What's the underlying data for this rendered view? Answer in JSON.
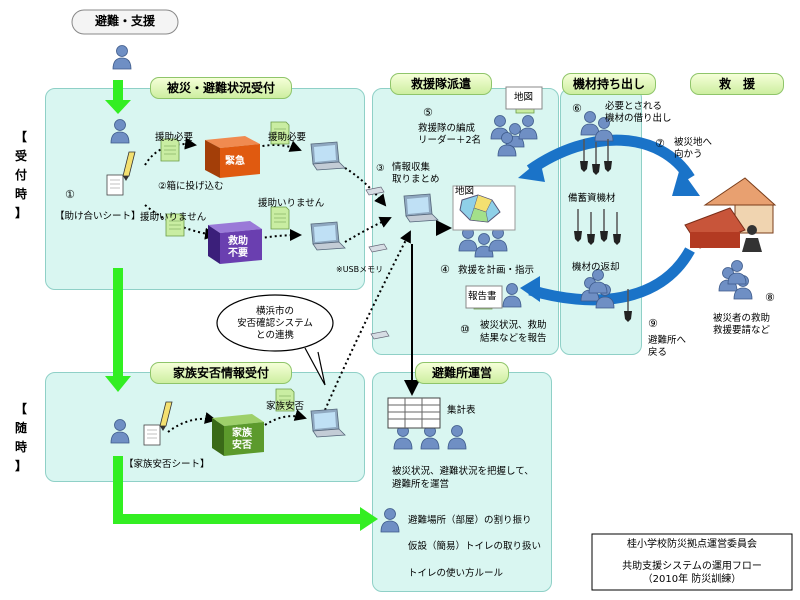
{
  "header": {
    "start_label": "避難・支援"
  },
  "side": {
    "reception_chars": [
      "【",
      "受",
      "付",
      "時",
      "】"
    ],
    "anytime_chars": [
      "【",
      "随",
      "時",
      "】"
    ]
  },
  "sections": {
    "disaster_reception": "被災・避難状況受付",
    "rescue_dispatch": "救援隊派遣",
    "equipment": "機材持ち出し",
    "rescue": "救　援",
    "family_safety": "家族安否情報受付",
    "shelter_ops": "避難所運営"
  },
  "labels": {
    "n1": "①",
    "mutual_aid_sheet": "【助け合いシート】",
    "n2_drop_in_box": "②箱に投げ込む",
    "help_needed_1": "援助必要",
    "help_needed_2": "援助必要",
    "no_help_1": "援助いりません",
    "no_help_2": "援助いりません",
    "urgent": "緊急",
    "rescue_not_needed_1": "救助",
    "rescue_not_needed_2": "不要",
    "usb_memory": "※USBメモリ",
    "n3": "③",
    "info_collect_1": "情報収集",
    "info_collect_2": "取りまとめ",
    "n5": "⑤",
    "team_org_1": "救援隊の編成",
    "team_org_2": "リーダー＋2名",
    "map_1": "地図",
    "map_2": "地図",
    "n4": "④",
    "plan_instruct": "救援を計画・指示",
    "report_form": "報告書",
    "n10": "⑩",
    "report_1": "被災状況、救助",
    "report_2": "結果などを報告",
    "n6": "⑥",
    "borrow_1": "必要とされる",
    "borrow_2": "機材の借り出し",
    "stockpile": "備蓄資機材",
    "return_equipment": "機材の返却",
    "n7": "⑦",
    "go_to_1": "被災地へ",
    "go_to_2": "向かう",
    "n8": "⑧",
    "victims_1": "被災者の救助",
    "victims_2": "救援要請など",
    "n9": "⑨",
    "back_to_1": "避難所へ",
    "back_to_2": "戻る",
    "yokohama_1": "横浜市の",
    "yokohama_2": "安否確認システム",
    "yokohama_3": "との連携",
    "family_safety_box": "家族安否",
    "family_box_1": "家族",
    "family_box_2": "安否",
    "family_sheet": "【家族安否シート】",
    "tally_sheet": "集計表",
    "shelter_desc_1": "被災状況、避難状況を把握して、",
    "shelter_desc_2": "避難所を運営",
    "room_assign": "避難場所（部屋）の割り振り",
    "temp_toilet": "仮設（簡易）トイレの取り扱い",
    "toilet_rules": "トイレの使い方ルール"
  },
  "footer": {
    "committee": "桂小学校防災拠点運営委員会",
    "flow_title": "共助支援システムの運用フロー",
    "drill": "（2010年  防災訓練）"
  },
  "colors": {
    "panel": "#d9f6f1",
    "green_arrow": "#33ee22",
    "blue_arrow": "#1a73c8",
    "person": "#6f8fc4",
    "urgent_box": "#e05a10",
    "not_needed_box": "#6a3fb0",
    "family_box": "#5c9a2c"
  }
}
